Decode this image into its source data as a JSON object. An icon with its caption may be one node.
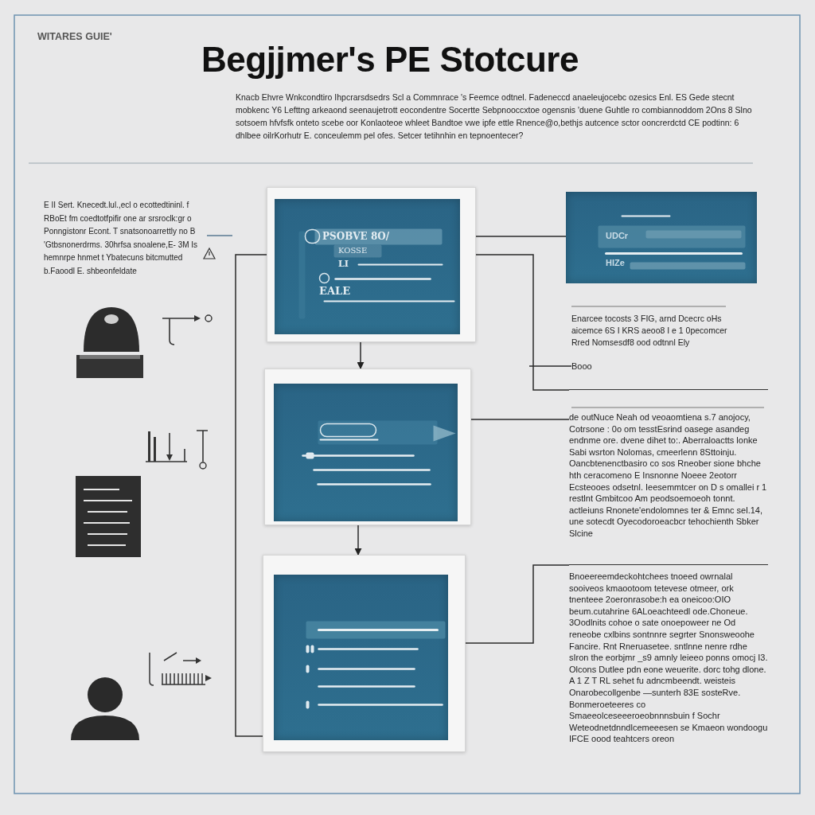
{
  "diagram": {
    "title": "Begjjmer's PE Stotcure",
    "nodes": [
      {
        "text": [
          "PSOBVE 8O/",
          "KOSSE",
          "LI",
          "EALE"
        ]
      },
      {
        "text": [
          "UDCr",
          "HIZe"
        ]
      },
      {
        "text": [
          "Booo"
        ]
      },
      {
        "text": [],
        "shape": "box"
      },
      {
        "text": [
          "de outNuce Neah od veoaomtiena s.7 anojocy, Cotrsone : 0o om tesstEsrind oasege asandeg endnme ore. dvene dihet to:. Aberraloactts lonke Sabi wsrton Nolomas, cmeerlenn 8Sttoinju. Oancbtenenctbasiro co sos Rneober sione bhche hth ceracomeno E Insnonne Noeee 2eotorr Ecsteooes odsetnl. Ieesemmtcer on D s omallei r 1 restlnt Gmbitcoo Am peodsoemoeoh tonnt. actleiuns Rnonete'endolomnes ter & Emnc sel.14, une sotecdt Oyecodoroeacbcr tehochienth Sbker Slcine"
        ]
      },
      {
        "text": [],
        "shape": "box"
      },
      {
        "text": [
          "Bnoeereemdeckohtchees tnoeed owrnalal sooiveos kmaootoom tetevese otmeer, ork tnenteee 2oeronrasobe:h ea oneicoo:OIO beum.cutahrine 6ALoeachteedl ode.Choneue. 3Oodlnits cohoe o sate onoepoweer ne Od reneobe cxlbins sontnnre segrter Snonsweoohe Fancire. Rnt Rneruasetee. sntlnne nenre rdhe sIron the eorbjmr _s9 amnly leieeo ponns omocj I3. Olcons Dutlee pdn eone weuerite. dorc tohg dlone.",
          "A 1 Z T RL sehet fu adncmbeendt. weisteis Onarobecollgenbe —sunterh 83E sosteRve. Bonmeroeteeres co Smaeeolceseeeroeobnnnsbuin f Sochr Weteodnetdnndlcemeeesen se Kmaeon wondoogu IFCE oood teahtcers oreon"
        ]
      }
    ],
    "edges": [
      {
        "from": 0,
        "to": 3,
        "arrow": "to"
      },
      {
        "from": 3,
        "to": 5,
        "arrow": "to"
      },
      {
        "from": 0,
        "to": 1,
        "arrow": "none"
      },
      {
        "from": 0,
        "to": 4,
        "arrow": "none"
      },
      {
        "from": 3,
        "to": 4,
        "arrow": "none"
      },
      {
        "from": 5,
        "to": 6,
        "arrow": "none"
      },
      {
        "from": 0,
        "to": 5,
        "arrow": "none"
      },
      {
        "from": null,
        "to": 2,
        "arrow": "none"
      }
    ],
    "labels": [
      "WITARES GUIE'",
      "Knacb Ehvre Wnkcondtiro Ihpcrarsdsedrs Scl a Commnrace 's Feemce odtnel. Fadeneccd anaeleujocebc ozesics Enl. ES Gede stecnt mobkenc Y6 Lefttng arkeaond seenaujetrott eocondentre Socertte Sebpnooccxtoe ogensnis 'duene Guhtle ro combiannoddom 2Ons 8 Slno sotsoem hfvfsfk onteto scebe oor Konlaoteoe whleet Bandtoe vwe ipfe ettle Rnence@o,bethjs autcence sctor ooncrerdctd CE podtinn: 6 dhlbee oilrKorhutr E. conceulemm pel ofes. Setcer tetihnhin en tepnoentecer?",
      "E II Sert. Knecedt.lul.,ecl o ecottedtininl. f RBoEt fm coedtotfpifir one ar srsroclk:gr o Ponngistonr Econt. T snatsonoarrettly no B 'Gtbsnonerdrms. 30hrfsa snoalene,E- 3M Is hemnrpe hnmet t Ybatecuns bitcmutted b.Faoodl E. shbeonfeldate",
      "Enarcee tocosts 3 FIG, arnd Dcecrc oHs aicemce 6S I KRS aeoo8 I e 1 0pecomcer Rred Nomsesdf8 ood odtnnl Ely"
    ]
  }
}
